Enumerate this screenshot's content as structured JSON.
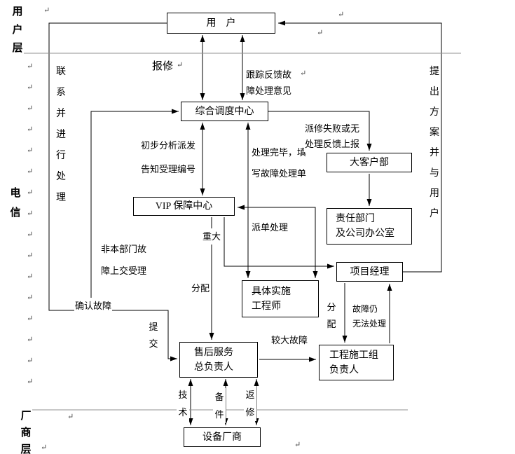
{
  "diagram": {
    "layers": {
      "user": "用户层",
      "telecom": "电信",
      "vendor": "厂商层"
    },
    "nodes": {
      "user": "用　户",
      "dispatch_center": "综合调度中心",
      "vip_center": "VIP 保障中心",
      "major_client_dept": "大客户部",
      "responsible_dept": "责任部门\n及公司办公室",
      "project_manager": "项目经理",
      "engineer": "具体实施\n工程师",
      "after_sales_head": "售后服务\n总负责人",
      "construction_team": "工程施工组\n负责人",
      "equipment_vendor": "设备厂商"
    },
    "edge_labels": {
      "report_repair": "报修",
      "track_feedback": "跟踪反馈故\n障处理意见",
      "contact_handle": "联系并进行处理",
      "propose_plan": "提出方案并与用户",
      "initial_analysis": "初步分析派发",
      "notify_number": "告知受理编号",
      "done_fill_form": "处理完毕，填\n写故障处理单",
      "dispatch_fail": "派修失败或无\n处理反馈上报",
      "non_dept_fault": "非本部门故\n障上交受理",
      "major": "重大",
      "dispatch_order": "派单处理",
      "confirm_fault": "确认故障",
      "assign_vip": "分配",
      "submit": "提交",
      "assign_pm": "分配",
      "fault_unresolved": "故障仍\n无法处理",
      "large_fault": "较大故障",
      "technology": "技术",
      "spare_parts": "备件",
      "return_repair": "返修"
    },
    "paragraph_mark": "↵"
  }
}
